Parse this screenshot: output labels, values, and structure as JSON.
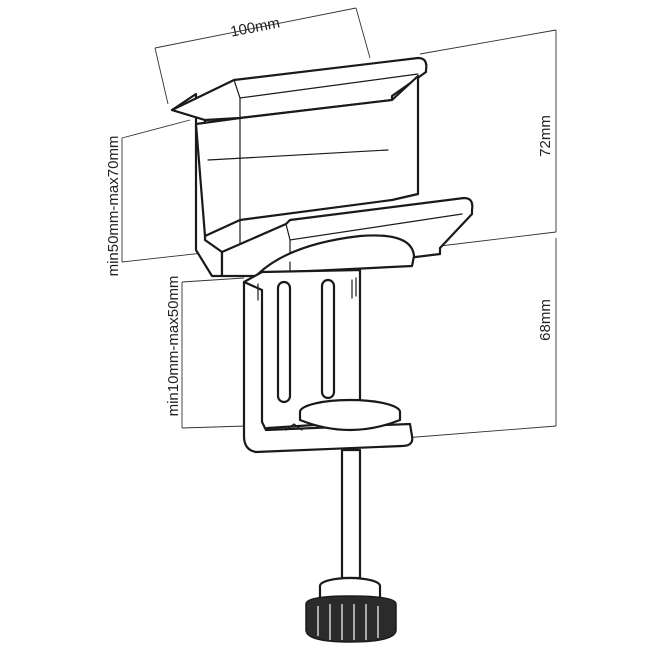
{
  "dimensions": {
    "width": "100mm",
    "total_height": "72mm",
    "lower_height": "68mm",
    "clamp_gap": "min50mm-max70mm",
    "desk_range": "min10mm-max50mm"
  },
  "colors": {
    "line": "#1a1a1a",
    "dimension_line": "#333333",
    "background": "#ffffff"
  }
}
